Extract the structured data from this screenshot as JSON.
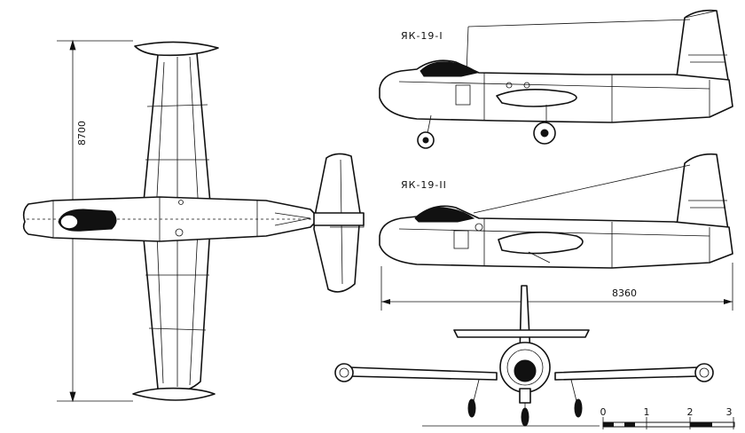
{
  "labels": {
    "variant_1": "ЯК-19-I",
    "variant_2": "ЯК-19-II",
    "span_dimension": "8700",
    "length_dimension": "8360"
  },
  "scale_bar": {
    "ticks": [
      "0",
      "1",
      "2",
      "3"
    ]
  }
}
